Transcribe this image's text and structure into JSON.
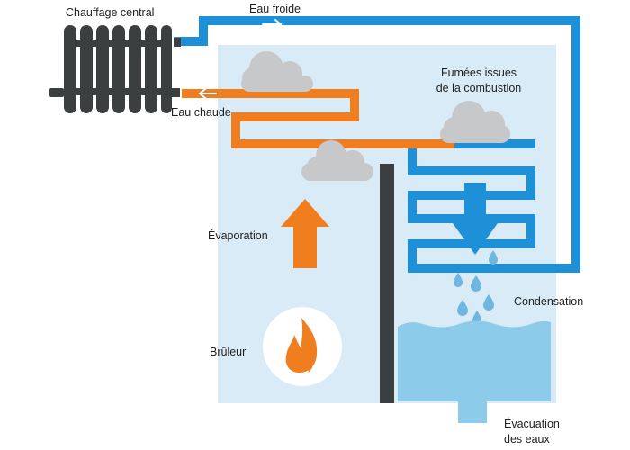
{
  "labels": {
    "radiator": "Chauffage central",
    "cold_water": "Eau froide",
    "hot_water": "Eau chaude",
    "fumes_line1": "Fumées issues",
    "fumes_line2": "de la combustion",
    "evaporation": "Évaporation",
    "condensation": "Condensation",
    "burner": "Brûleur",
    "drain_line1": "Évacuation",
    "drain_line2": "des eaux"
  },
  "colors": {
    "boiler_bg": "#d9ebf6",
    "cold_pipe": "#1e90d8",
    "hot_pipe": "#f07d1e",
    "radiator": "#3c3f40",
    "divider": "#3c3f40",
    "cloud": "#c6c8ca",
    "water": "#8ccbe9",
    "drop": "#6fb6e0",
    "flame": "#f07d1e"
  },
  "icons": [
    "radiator-icon",
    "flame-icon",
    "cloud-icon",
    "water-drop-icon",
    "arrow-up-icon",
    "arrow-down-icon",
    "arrow-right-icon",
    "arrow-left-icon"
  ]
}
